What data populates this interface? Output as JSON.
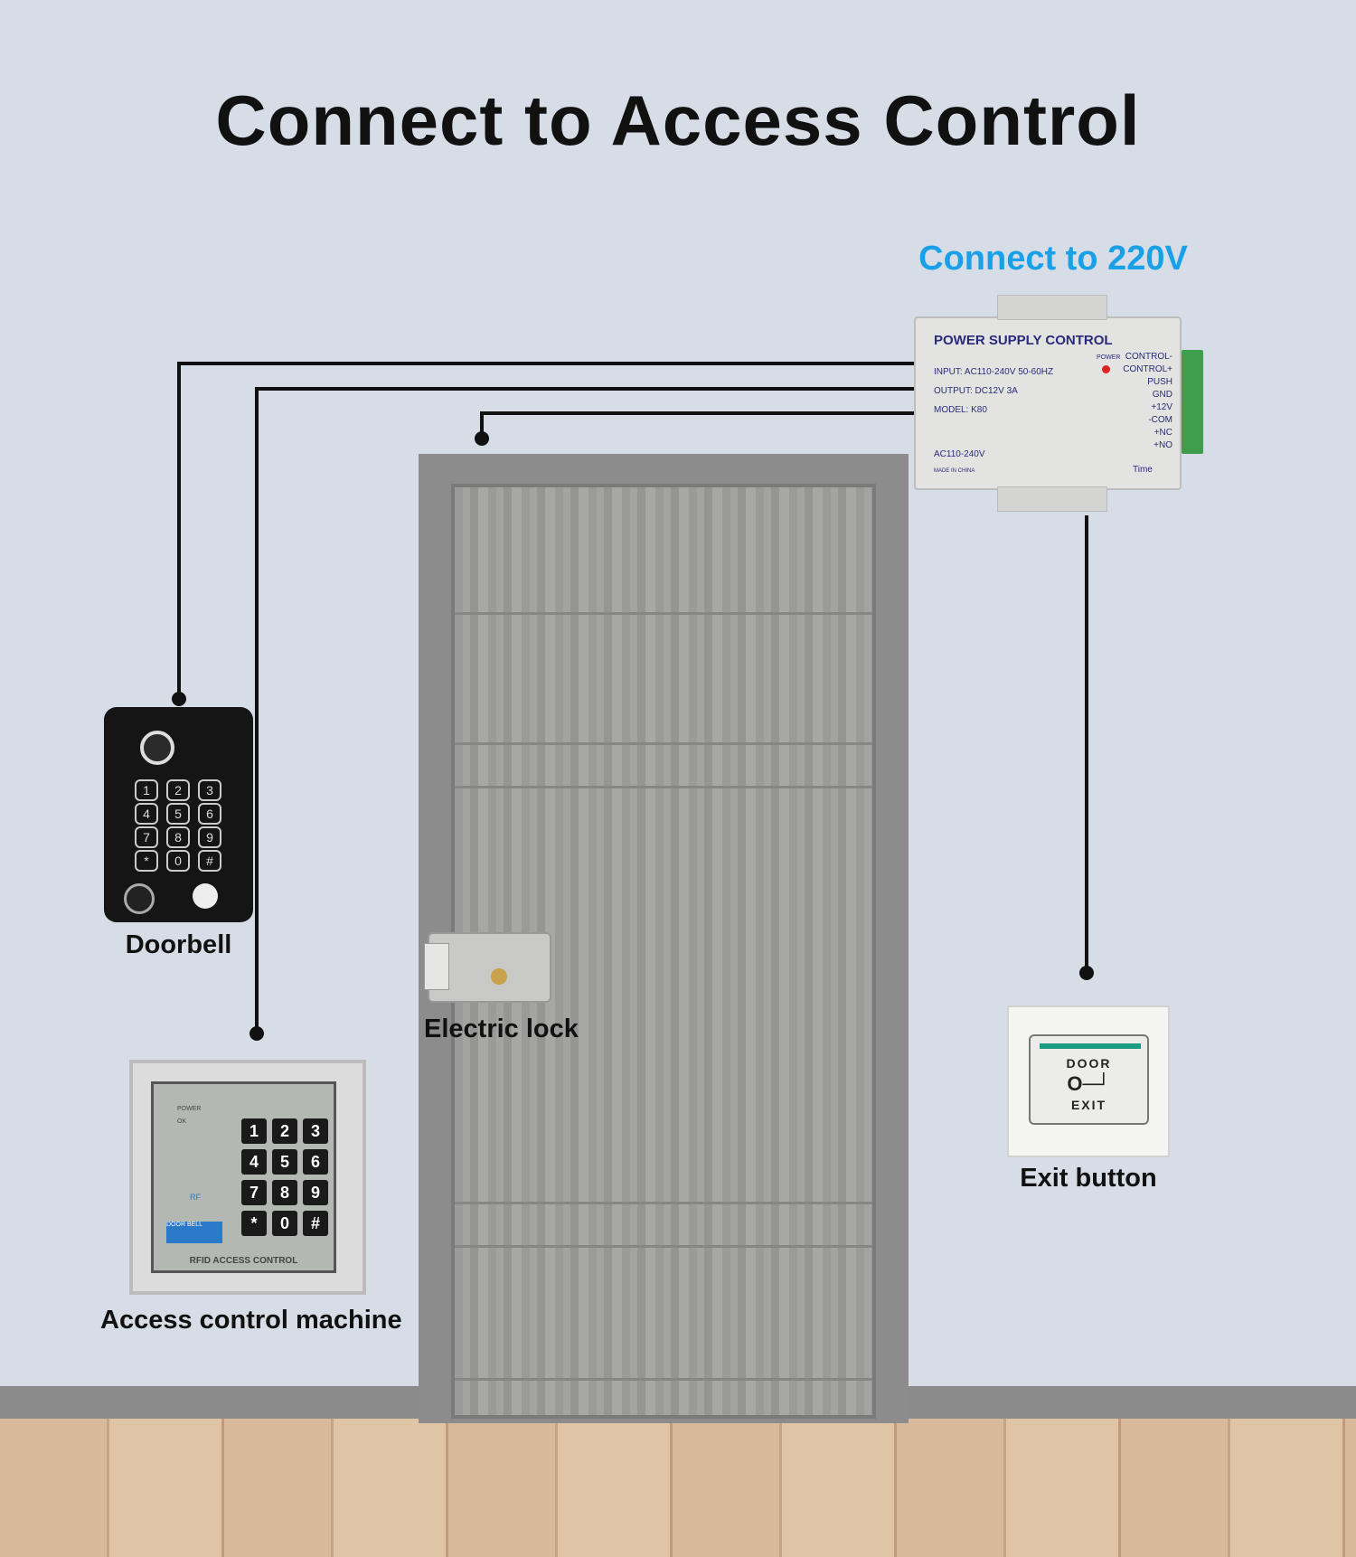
{
  "title": "Connect to Access Control",
  "subtitle": "Connect to 220V",
  "colors": {
    "background": "#d6dde6",
    "subtitle": "#1aa0e6",
    "wire": "#111111"
  },
  "power_supply": {
    "title": "POWER SUPPLY CONTROL",
    "power_label": "POWER",
    "input": "INPUT: AC110-240V  50-60HZ",
    "output": "OUTPUT: DC12V  3A",
    "model": "MODEL: K80",
    "ac_label": "AC110-240V",
    "made_in": "MADE IN CHINA",
    "time_label": "Time",
    "terminals": [
      "CONTROL-",
      "CONTROL+",
      "PUSH",
      "GND",
      "+12V",
      "-COM",
      "+NC",
      "+NO"
    ]
  },
  "doorbell": {
    "label": "Doorbell",
    "keys": [
      "1",
      "2",
      "3",
      "4",
      "5",
      "6",
      "7",
      "8",
      "9",
      "*",
      "0",
      "#"
    ]
  },
  "access_control": {
    "label": "Access control machine",
    "power": "POWER",
    "ok": "OK",
    "rf": "RF",
    "door_bell": "DOOR BELL",
    "brand": "RFID ACCESS CONTROL",
    "keys": [
      "1",
      "2",
      "3",
      "4",
      "5",
      "6",
      "7",
      "8",
      "9",
      "*",
      "0",
      "#"
    ]
  },
  "lock": {
    "label": "Electric lock"
  },
  "exit_button": {
    "label": "Exit button",
    "top_text": "DOOR",
    "bottom_text": "EXIT"
  }
}
